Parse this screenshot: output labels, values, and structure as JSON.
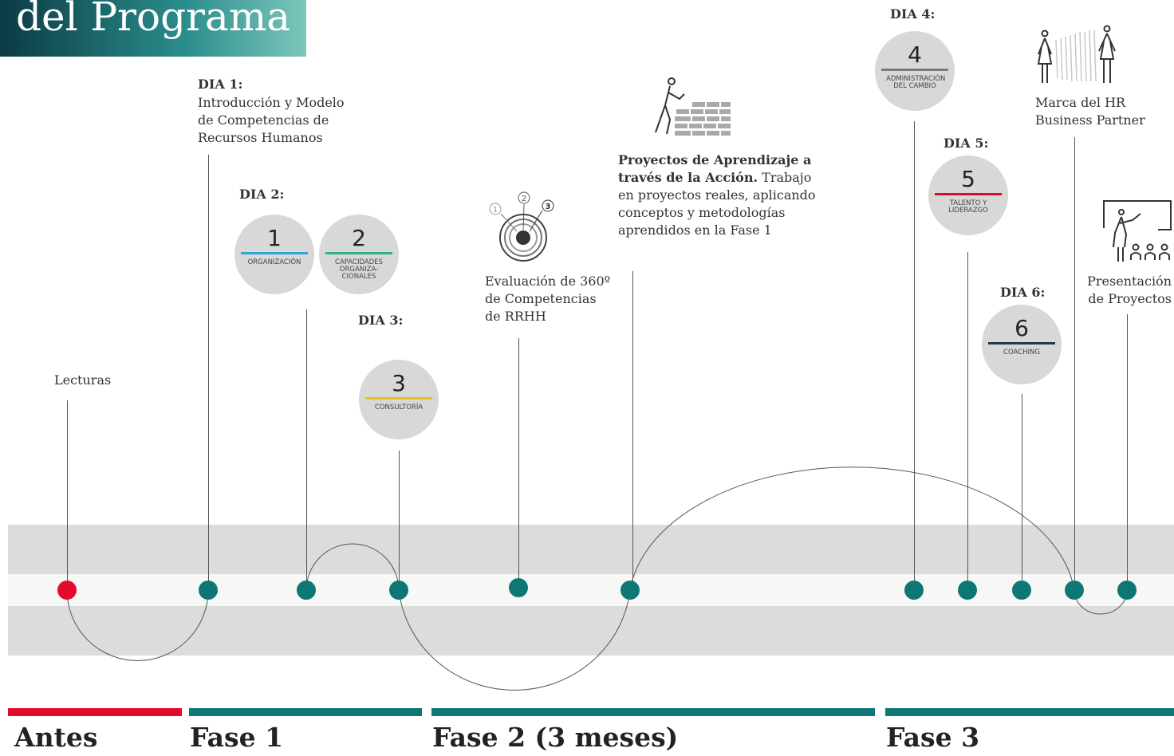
{
  "header": {
    "title": "del Programa"
  },
  "milestones": {
    "lecturas": "Lecturas",
    "dia1_day": "DIA 1:",
    "dia1_text": "Introducción y Modelo de Competencias de Recursos Humanos",
    "dia2_day": "DIA 2:",
    "dia3_day": "DIA 3:",
    "eval_text": "Evaluación de 360º de Competencias de RRHH",
    "proyectos_title": "Proyectos de Aprendizaje a través de la Acción.",
    "proyectos_text": "Trabajo en proyectos reales, aplicando conceptos y metodologías aprendidos en la Fase 1",
    "dia4_day": "DIA 4:",
    "dia5_day": "DIA 5:",
    "dia6_day": "DIA 6:",
    "marca_text": "Marca del HR Business Partner",
    "presentacion_text": "Presentación de Proyectos"
  },
  "modules": {
    "m1": {
      "num": "1",
      "label": "ORGANIZACIÓN",
      "color": "#2aa7d6"
    },
    "m2": {
      "num": "2",
      "label": "CAPACIDADES ORGANIZA- CIONALES",
      "color": "#2ab38e"
    },
    "m3": {
      "num": "3",
      "label": "CONSULTORÍA",
      "color": "#e8c21b"
    },
    "m4": {
      "num": "4",
      "label": "ADMINISTRACIÓN DEL CAMBIO",
      "color": "#7a7a7a"
    },
    "m5": {
      "num": "5",
      "label": "TALENTO Y LIDERAZGO",
      "color": "#d4102d"
    },
    "m6": {
      "num": "6",
      "label": "COACHING",
      "color": "#1d3b4f"
    }
  },
  "target_icon": {
    "n1": "1",
    "n2": "2",
    "n3": "3"
  },
  "icons": [
    "target-icon",
    "builder-wall-icon",
    "people-row-icon",
    "presenter-board-icon"
  ],
  "phases": {
    "antes": {
      "label": "Antes",
      "color": "#e30b2c"
    },
    "fase1": {
      "label": "Fase 1",
      "color": "#0d7775"
    },
    "fase2": {
      "label": "Fase 2 (3 meses)",
      "color": "#0d7775"
    },
    "fase3": {
      "label": "Fase 3",
      "color": "#0d7775"
    }
  }
}
